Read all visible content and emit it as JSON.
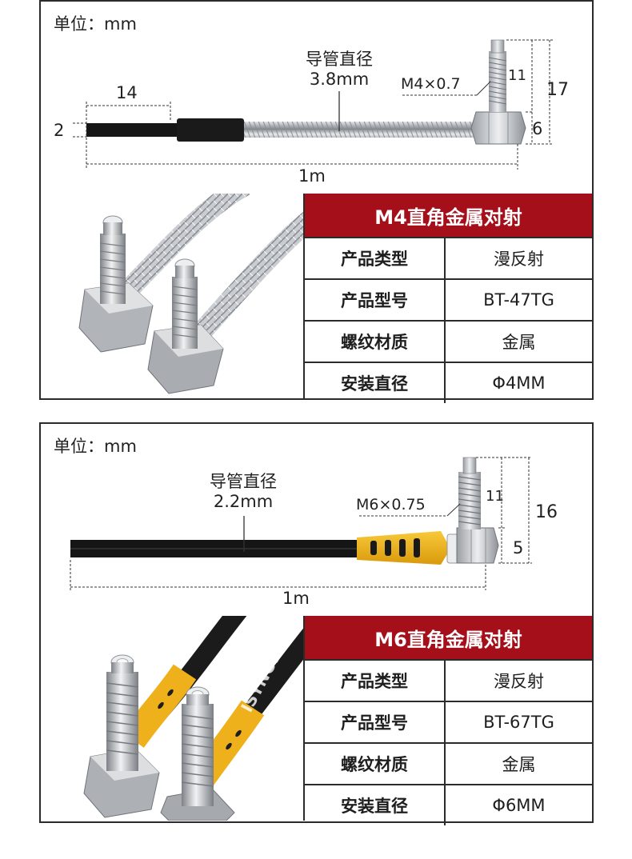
{
  "products": [
    {
      "unit_label": "单位：mm",
      "tube_label_line1": "导管直径",
      "tube_label_line2": "3.8mm",
      "thread_label": "M4×0.7",
      "dim_cable_tip": "14",
      "dim_cable_dia": "2",
      "dim_total": "1m",
      "dim_thread_len": "11",
      "dim_total_height": "17",
      "dim_nut_height": "6",
      "table_title": "M4直角金属对射",
      "rows": [
        {
          "label": "产品类型",
          "value": "漫反射"
        },
        {
          "label": "产品型号",
          "value": "BT-47TG"
        },
        {
          "label": "螺纹材质",
          "value": "金属"
        },
        {
          "label": "安装直径",
          "value": "Φ4MM"
        }
      ]
    },
    {
      "unit_label": "单位：mm",
      "tube_label_line1": "导管直径",
      "tube_label_line2": "2.2mm",
      "thread_label": "M6×0.75",
      "dim_total": "1m",
      "dim_thread_len": "11",
      "dim_total_height": "16",
      "dim_nut_height": "5",
      "table_title": "M6直角金属对射",
      "watermark": "ISYNCWAKE",
      "rows": [
        {
          "label": "产品类型",
          "value": "漫反射"
        },
        {
          "label": "产品型号",
          "value": "BT-67TG"
        },
        {
          "label": "螺纹材质",
          "value": "金属"
        },
        {
          "label": "安装直径",
          "value": "Φ6MM"
        }
      ]
    }
  ],
  "colors": {
    "header_red": "#a50f1a",
    "sleeve_yellow": "#f2b41c",
    "metal_gray": "#b8bcc0"
  }
}
